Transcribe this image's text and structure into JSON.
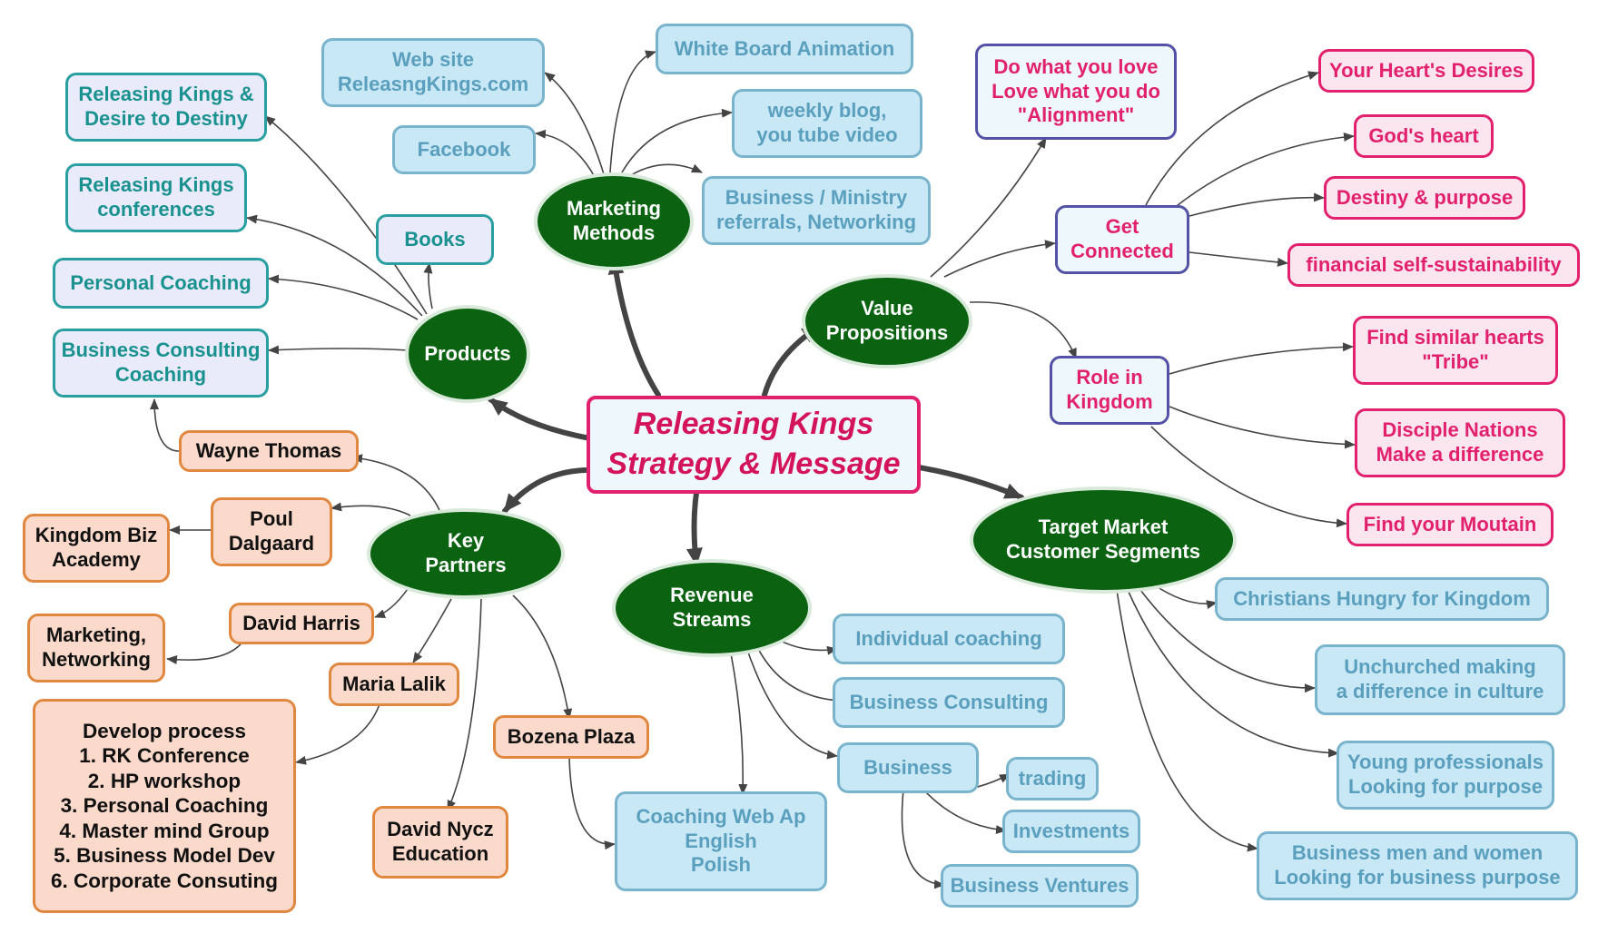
{
  "central": "Releasing Kings\nStrategy & Message",
  "hubs": {
    "marketing": "Marketing\nMethods",
    "products": "Products",
    "value": "Value\nPropositions",
    "partners": "Key\nPartners",
    "revenue": "Revenue\nStreams",
    "target": "Target Market\nCustomer Segments"
  },
  "products": {
    "rk_desire": "Releasing Kings &\nDesire to Destiny",
    "rk_conferences": "Releasing Kings\nconferences",
    "personal_coaching": "Personal Coaching",
    "business_consulting": "Business Consulting\nCoaching",
    "books": "Books"
  },
  "marketing": {
    "website": "Web site\nReleasngKings.com",
    "facebook": "Facebook",
    "whiteboard": "White Board Animation",
    "blog": "weekly blog,\nyou tube video",
    "referrals": "Business / Ministry\nreferrals, Networking"
  },
  "value": {
    "alignment": "Do what you love\nLove what you do\n\"Alignment\"",
    "get_connected": "Get\nConnected",
    "role": "Role in\nKingdom",
    "hearts_desires": "Your Heart's Desires",
    "gods_heart": "God's heart",
    "destiny_purpose": "Destiny & purpose",
    "financial": "financial self-sustainability",
    "tribe": "Find similar hearts\n\"Tribe\"",
    "disciple": "Disciple Nations\nMake a difference",
    "mountain": "Find your Moutain"
  },
  "partners": {
    "wayne": "Wayne Thomas",
    "poul": "Poul\nDalgaard",
    "kingdom_biz": "Kingdom Biz\nAcademy",
    "david_harris": "David Harris",
    "marketing_networking": "Marketing,\nNetworking",
    "maria": "Maria Lalik",
    "develop": "Develop  process\n1. RK Conference\n2. HP workshop\n3. Personal Coaching\n4. Master mind Group\n5. Business Model Dev\n6. Corporate Consuting",
    "david_nycz": "David Nycz\nEducation",
    "bozena": "Bozena Plaza"
  },
  "revenue": {
    "individual": "Individual coaching",
    "consulting": "Business Consulting",
    "business": "Business",
    "trading": "trading",
    "investments": "Investments",
    "ventures": "Business Ventures",
    "coaching_app": "Coaching Web Ap\nEnglish\nPolish"
  },
  "target": {
    "christians": "Christians Hungry for Kingdom",
    "unchurched": "Unchurched making\na difference in culture",
    "young": "Young professionals\nLooking for purpose",
    "business_people": "Business men and women\nLooking for business purpose"
  }
}
